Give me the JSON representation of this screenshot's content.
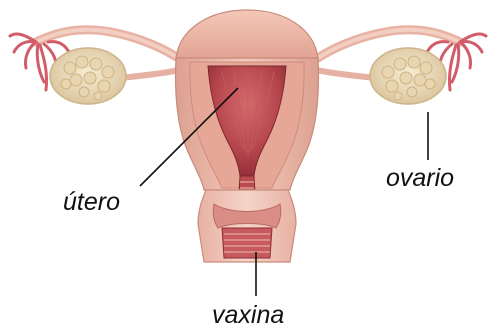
{
  "labels": {
    "uterus": "útero",
    "ovary": "ovario",
    "vagina": "vaxina"
  },
  "colors": {
    "tissue_light": "#f0c2b4",
    "tissue_mid": "#e3a495",
    "tissue_dark": "#c4675f",
    "cavity": "#b84a50",
    "cavity_dark": "#8e2e36",
    "ovary_fill": "#efe0c2",
    "ovary_shadow": "#d8c49c",
    "fimbriae": "#d45a68",
    "leader_line": "#111111"
  },
  "icons": {
    "diagram": "female-reproductive-system-illustration"
  }
}
